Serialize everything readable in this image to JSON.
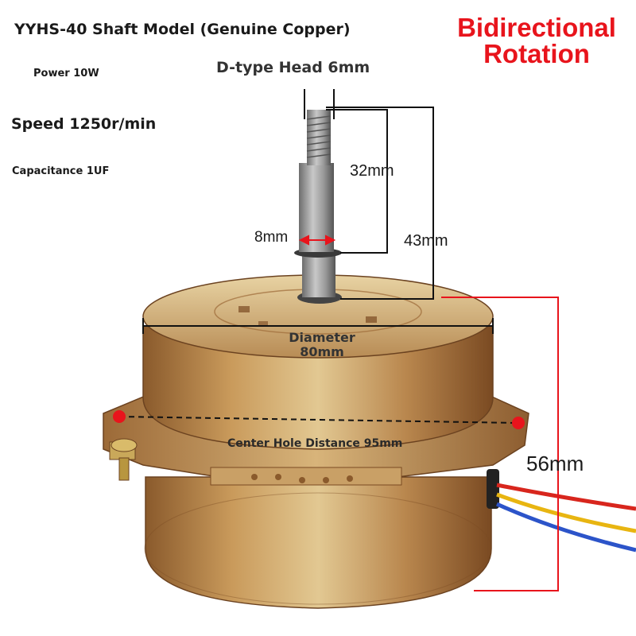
{
  "product": {
    "title": "YYHS-40 Shaft Model (Genuine Copper)",
    "power": "Power 10W",
    "speed": "Speed 1250r/min",
    "capacitance": "Capacitance 1UF",
    "badge_line1": "Bidirectional",
    "badge_line2": "Rotation"
  },
  "dimensions": {
    "d_head": "D-type Head 6mm",
    "shaft_thread": "32mm",
    "shaft_total": "43mm",
    "shaft_diameter": "8mm",
    "diameter_label": "Diameter",
    "diameter_value": "80mm",
    "center_hole": "Center Hole Distance 95mm",
    "height": "56mm"
  },
  "colors": {
    "accent_red": "#e8141c",
    "copper_light": "#d9b877",
    "copper_dark": "#8a5a2c"
  }
}
